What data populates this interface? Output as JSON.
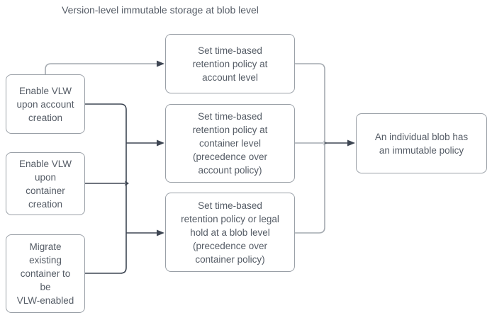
{
  "title": "Version-level immutable storage at blob level",
  "nodes": {
    "enable_vlw_account": {
      "label": "Enable VLW\nupon account\ncreation"
    },
    "enable_vlw_container": {
      "label": "Enable VLW\nupon\ncontainer\ncreation"
    },
    "migrate_existing": {
      "label": "Migrate\nexisting\ncontainer to\nbe\nVLW-enabled"
    },
    "retention_account": {
      "label": "Set time-based\nretention policy at\naccount level"
    },
    "retention_container": {
      "label": "Set time-based\nretention policy at\ncontainer level\n(precedence over\naccount policy)"
    },
    "retention_blob": {
      "label": "Set time-based\nretention policy or legal\nhold at a blob level\n(precedence over\ncontainer policy)"
    },
    "individual_blob": {
      "label": "An individual blob has\nan immutable policy"
    }
  },
  "colors": {
    "background": "#FFFFFF",
    "box_fill": "#FFFFFF",
    "box_border": "#9AA0A7",
    "text": "#555C66",
    "connector_dark": "#3E4653",
    "connector_light": "#A4AAB0"
  }
}
